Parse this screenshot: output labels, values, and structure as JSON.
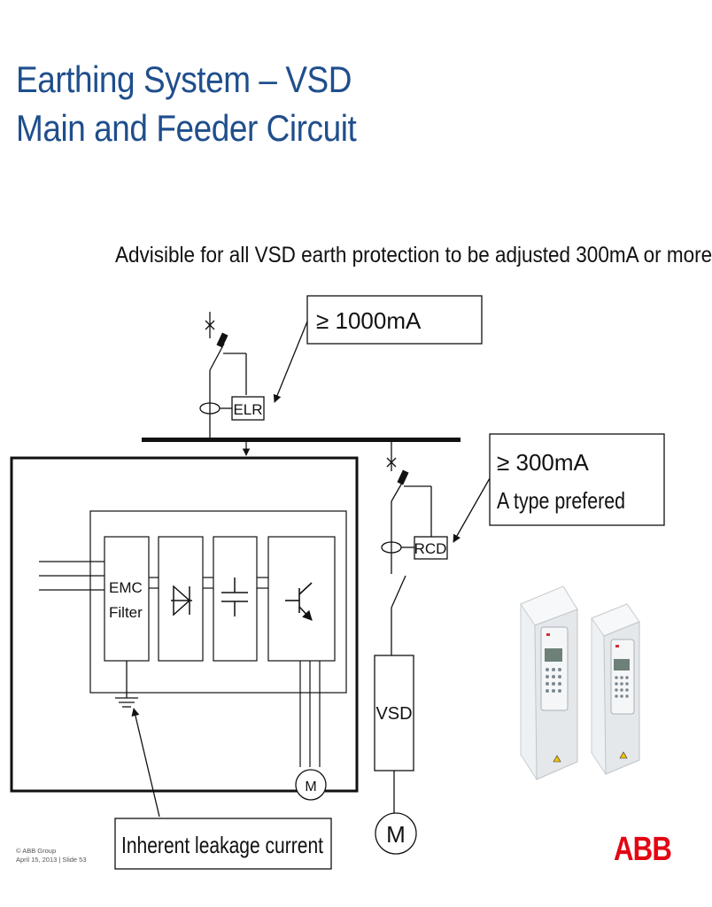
{
  "slide": {
    "title_line1": "Earthing System – VSD",
    "title_line2": "Main and Feeder Circuit",
    "advice": "Advisible for all VSD earth protection to be adjusted 300mA or more"
  },
  "callouts": {
    "main_setting": "≥ 1000mA",
    "feeder_setting_line1": "≥ 300mA",
    "feeder_setting_line2": "A type prefered",
    "leakage": "Inherent leakage current"
  },
  "components": {
    "elr": "ELR",
    "rcd": "RCD",
    "emc_line1": "EMC",
    "emc_line2": "Filter",
    "vsd": "VSD",
    "motor_small": "M",
    "motor_large": "M"
  },
  "footer": {
    "copyright": "© ABB Group",
    "date_slide": "April 15, 2013 | Slide 53"
  },
  "logo": {
    "text": "ABB",
    "color": "#e30613"
  },
  "colors": {
    "title": "#1f4e8c"
  }
}
